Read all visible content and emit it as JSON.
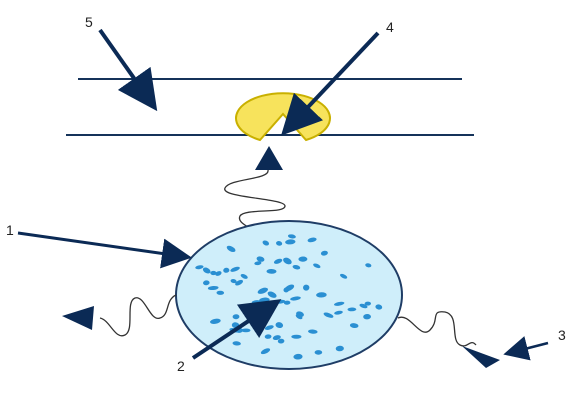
{
  "labels": {
    "n1": "1",
    "n2": "2",
    "n3": "3",
    "n4": "4",
    "n5": "5"
  },
  "colors": {
    "line": "#15335a",
    "arrow": "#0b2a55",
    "circle_fill": "#cfeefa",
    "circle_stroke": "#1f3d66",
    "dots": "#2a8fd2",
    "receptor_fill": "#f7e35c",
    "receptor_stroke": "#c9b000",
    "squiggle": "#333333"
  },
  "icons": {
    "receptor": "pacman-receptor-icon",
    "cell": "cell-with-vesicles-icon"
  }
}
